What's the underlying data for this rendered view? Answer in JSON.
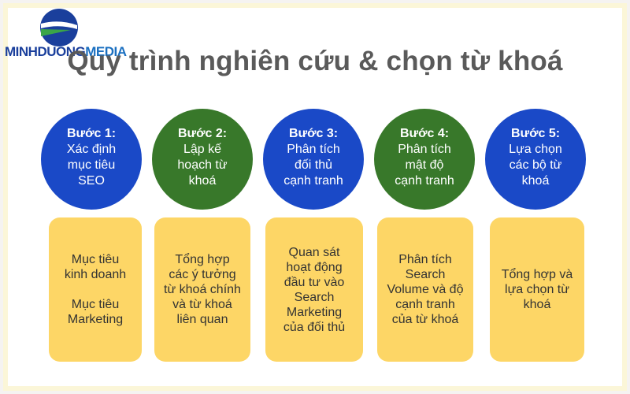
{
  "brand": {
    "name_part1": "MINHDUONG",
    "name_part2": "MEDIA"
  },
  "title": "Quy trình nghiên cứu & chọn từ khoá",
  "colors": {
    "blue": "#1a49c7",
    "green": "#38782a",
    "box": "#fdd666",
    "title": "#5a5a5a"
  },
  "steps": [
    {
      "label": "Bước 1:",
      "title": "Xác định\nmục tiêu\nSEO",
      "color": "blue",
      "detail": "Mục tiêu\nkinh doanh\n\nMục tiêu\nMarketing"
    },
    {
      "label": "Bước 2:",
      "title": "Lập kế\nhoạch từ\nkhoá",
      "color": "green",
      "detail": "Tổng hợp\ncác ý tưởng\ntừ khoá chính\nvà từ khoá\nliên quan"
    },
    {
      "label": "Bước 3:",
      "title": "Phân tích\nđối thủ\ncạnh tranh",
      "color": "blue",
      "detail": "Quan sát\nhoạt động\nđầu tư vào\nSearch\nMarketing\ncủa đối thủ"
    },
    {
      "label": "Bước 4:",
      "title": "Phân tích\nmật độ\ncạnh tranh",
      "color": "green",
      "detail": "Phân tích\nSearch\nVolume và độ\ncạnh tranh\ncủa từ khoá"
    },
    {
      "label": "Bước 5:",
      "title": "Lựa chọn\ncác bộ từ\nkhoá",
      "color": "blue",
      "detail": "Tổng hợp và\nlựa chọn từ\nkhoá"
    }
  ]
}
